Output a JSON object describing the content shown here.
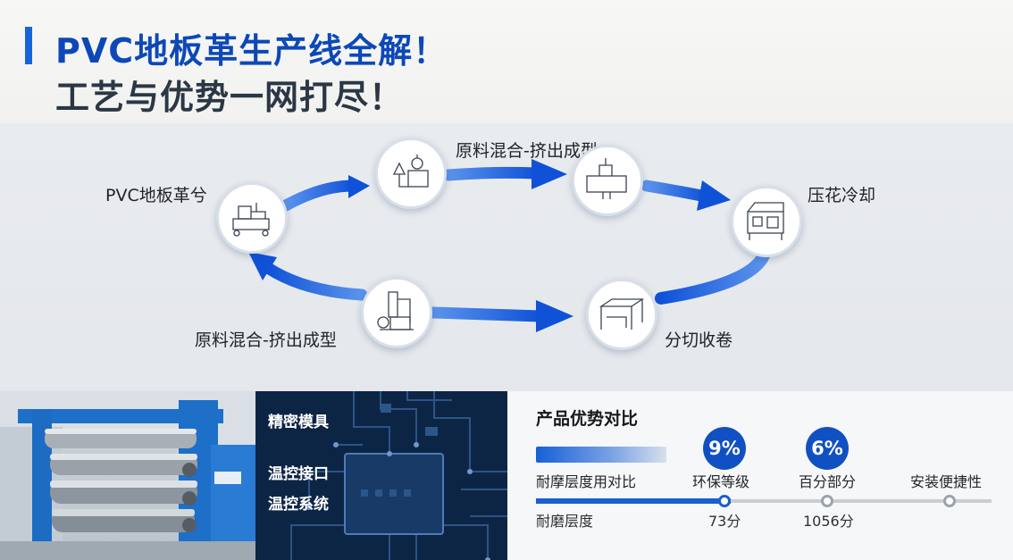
{
  "header": {
    "title_line1": "PVC地板革生产线全解！",
    "title_line2": "工艺与优势一网打尽！"
  },
  "diagram": {
    "nodes": [
      {
        "label": "PVC地板革兮",
        "icon": "machine-sketch-icon"
      },
      {
        "label": "原料混合-挤出成型",
        "icon": "mixer-sketch-icon"
      },
      {
        "label": "",
        "icon": "extruder-sketch-icon"
      },
      {
        "label": "压花冷却",
        "icon": "embosser-sketch-icon"
      },
      {
        "label": "分切收卷",
        "icon": "cutter-sketch-icon"
      },
      {
        "label": "原料混合-挤出成型",
        "icon": "tank-sketch-icon"
      }
    ],
    "flow_color": "#1a5fe0"
  },
  "circuit_panel": {
    "items": [
      "精密模具",
      "温控接口",
      "温控系统"
    ]
  },
  "compare": {
    "title": "产品优势对比",
    "metrics": [
      {
        "label": "耐摩层度用对比",
        "value": "耐磨层度",
        "badge": ""
      },
      {
        "label": "环保等级",
        "value": "73分",
        "badge": "9%"
      },
      {
        "label": "百分部分",
        "value": "1056分",
        "badge": "6%"
      },
      {
        "label": "安装便捷性",
        "value": "",
        "badge": ""
      }
    ],
    "accent": "#1150c2"
  }
}
